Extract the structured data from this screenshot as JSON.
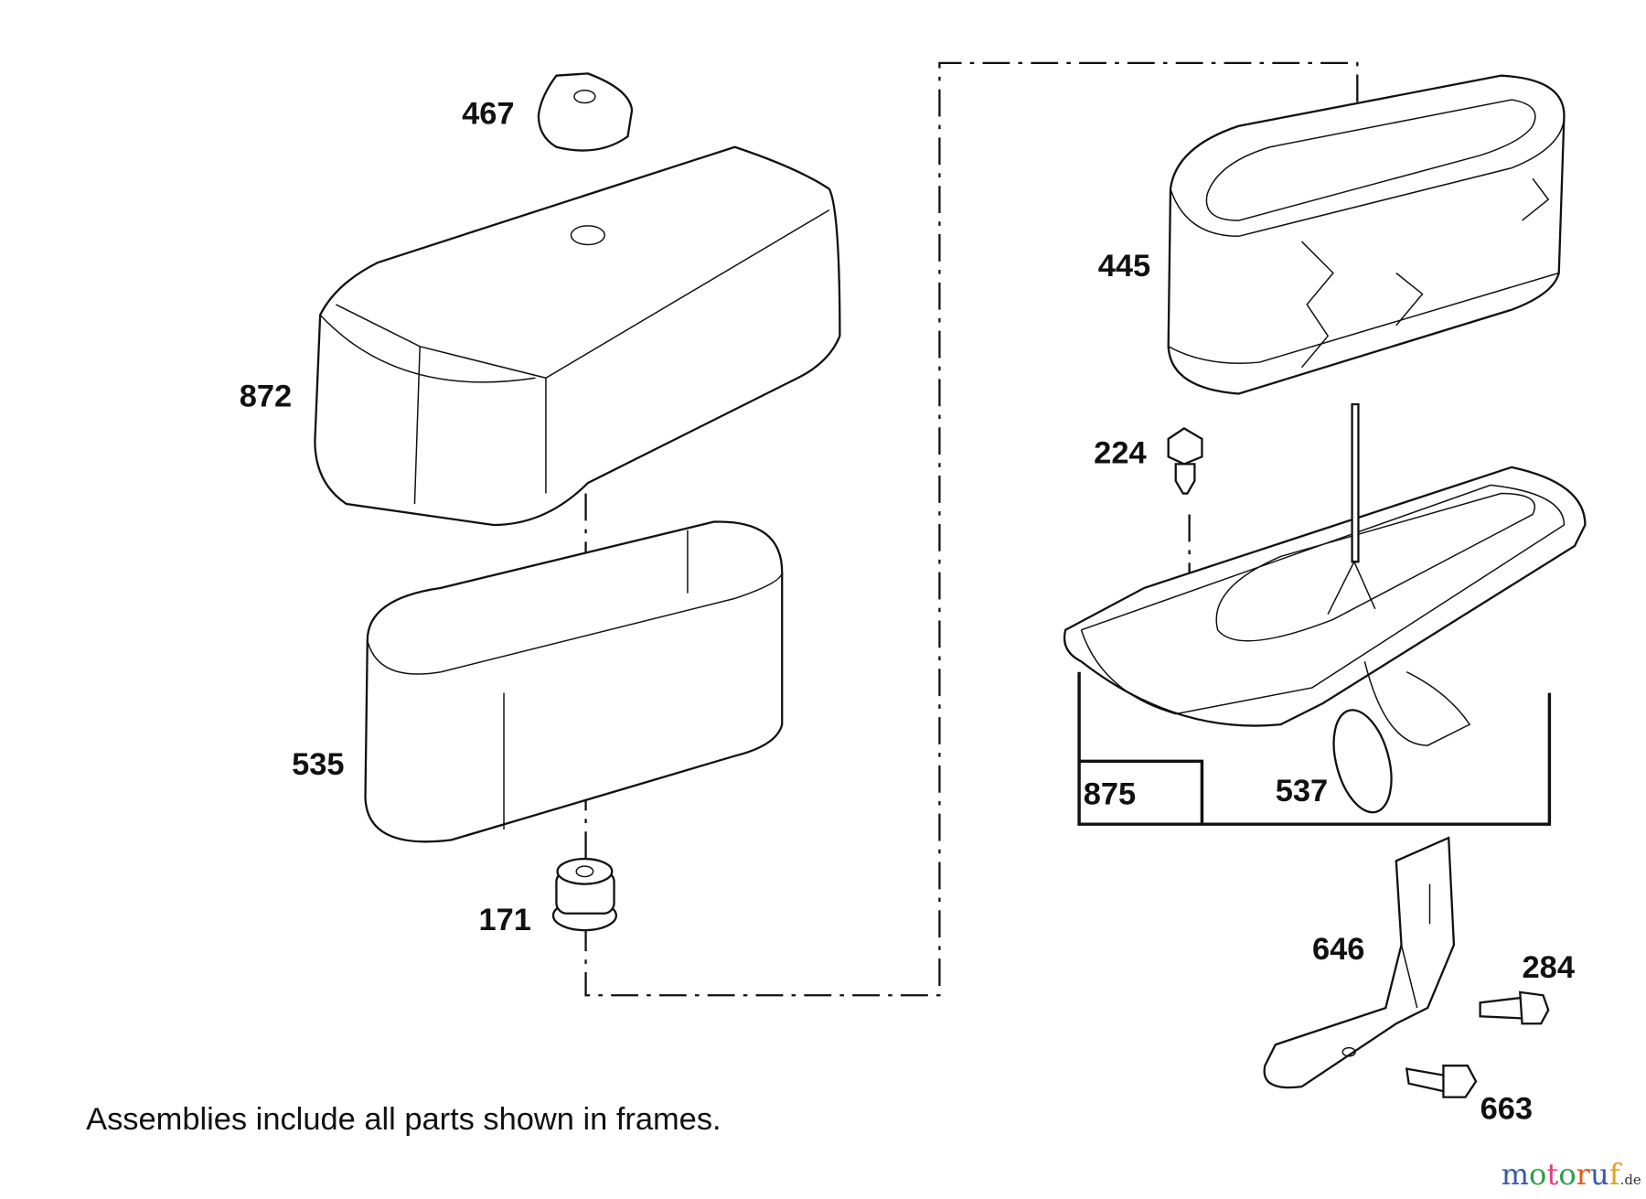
{
  "parts": {
    "p467": "467",
    "p872": "872",
    "p535": "535",
    "p171": "171",
    "p445": "445",
    "p224": "224",
    "p875": "875",
    "p537": "537",
    "p646": "646",
    "p284": "284",
    "p663": "663"
  },
  "note": "Assemblies include all parts shown in frames.",
  "watermark": {
    "main": "motoruf",
    "suffix": ".de",
    "colors": [
      "#3b5ba5",
      "#2e9e4a",
      "#e0407a",
      "#2e9e4a",
      "#e05a1a",
      "#e0a21a"
    ]
  }
}
